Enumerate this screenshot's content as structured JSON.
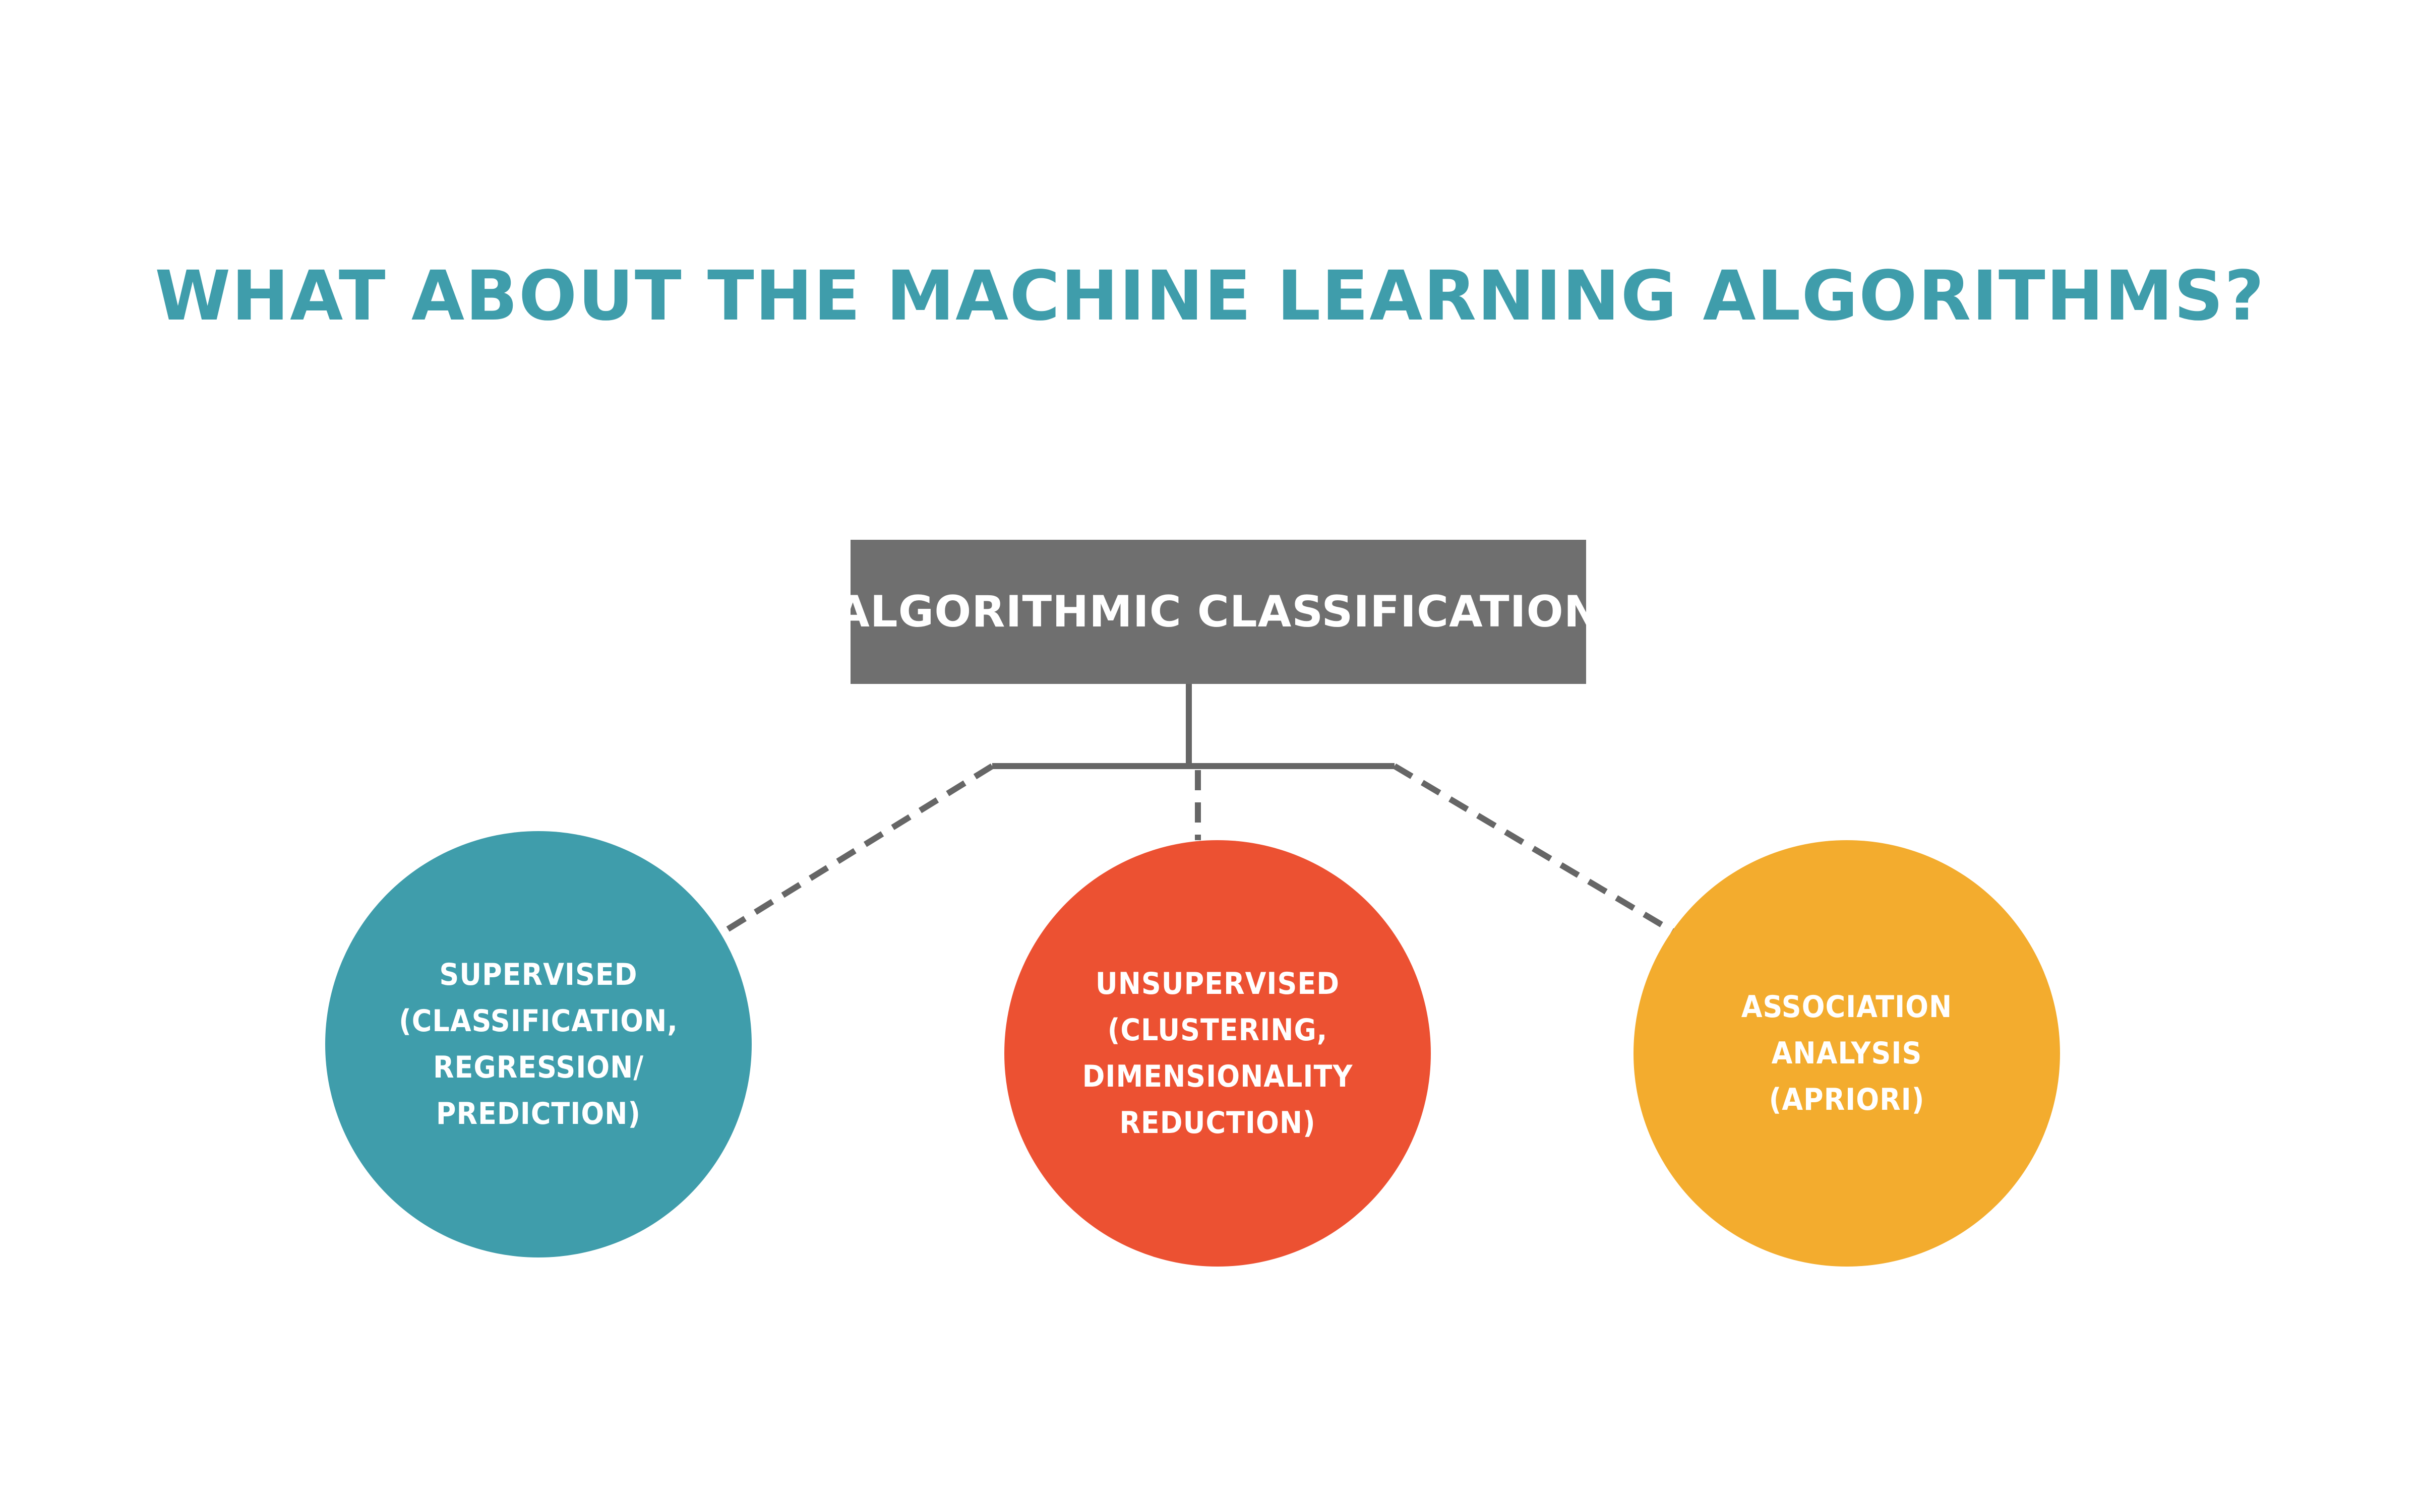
{
  "title": "WHAT ABOUT THE MACHINE LEARNING ALGORITHMS?",
  "colors": {
    "title": "#3f9dab",
    "root_box": "#6f6f6f",
    "connector": "#666666",
    "supervised": "#3f9dab",
    "unsupervised": "#ec5132",
    "association": "#f3ac2e",
    "node_text": "#ffffff"
  },
  "root": {
    "label": "ALGORITHMIC CLASSIFICATION"
  },
  "nodes": [
    {
      "id": "supervised",
      "lines": [
        "SUPERVISED",
        "(CLASSIFICATION,",
        "REGRESSION/",
        "PREDICTION)"
      ]
    },
    {
      "id": "unsupervised",
      "lines": [
        "UNSUPERVISED",
        "(CLUSTERING,",
        "DIMENSIONALITY",
        "REDUCTION)"
      ]
    },
    {
      "id": "association",
      "lines": [
        "ASSOCIATION",
        "ANALYSIS",
        "(APRIORI)"
      ]
    }
  ]
}
